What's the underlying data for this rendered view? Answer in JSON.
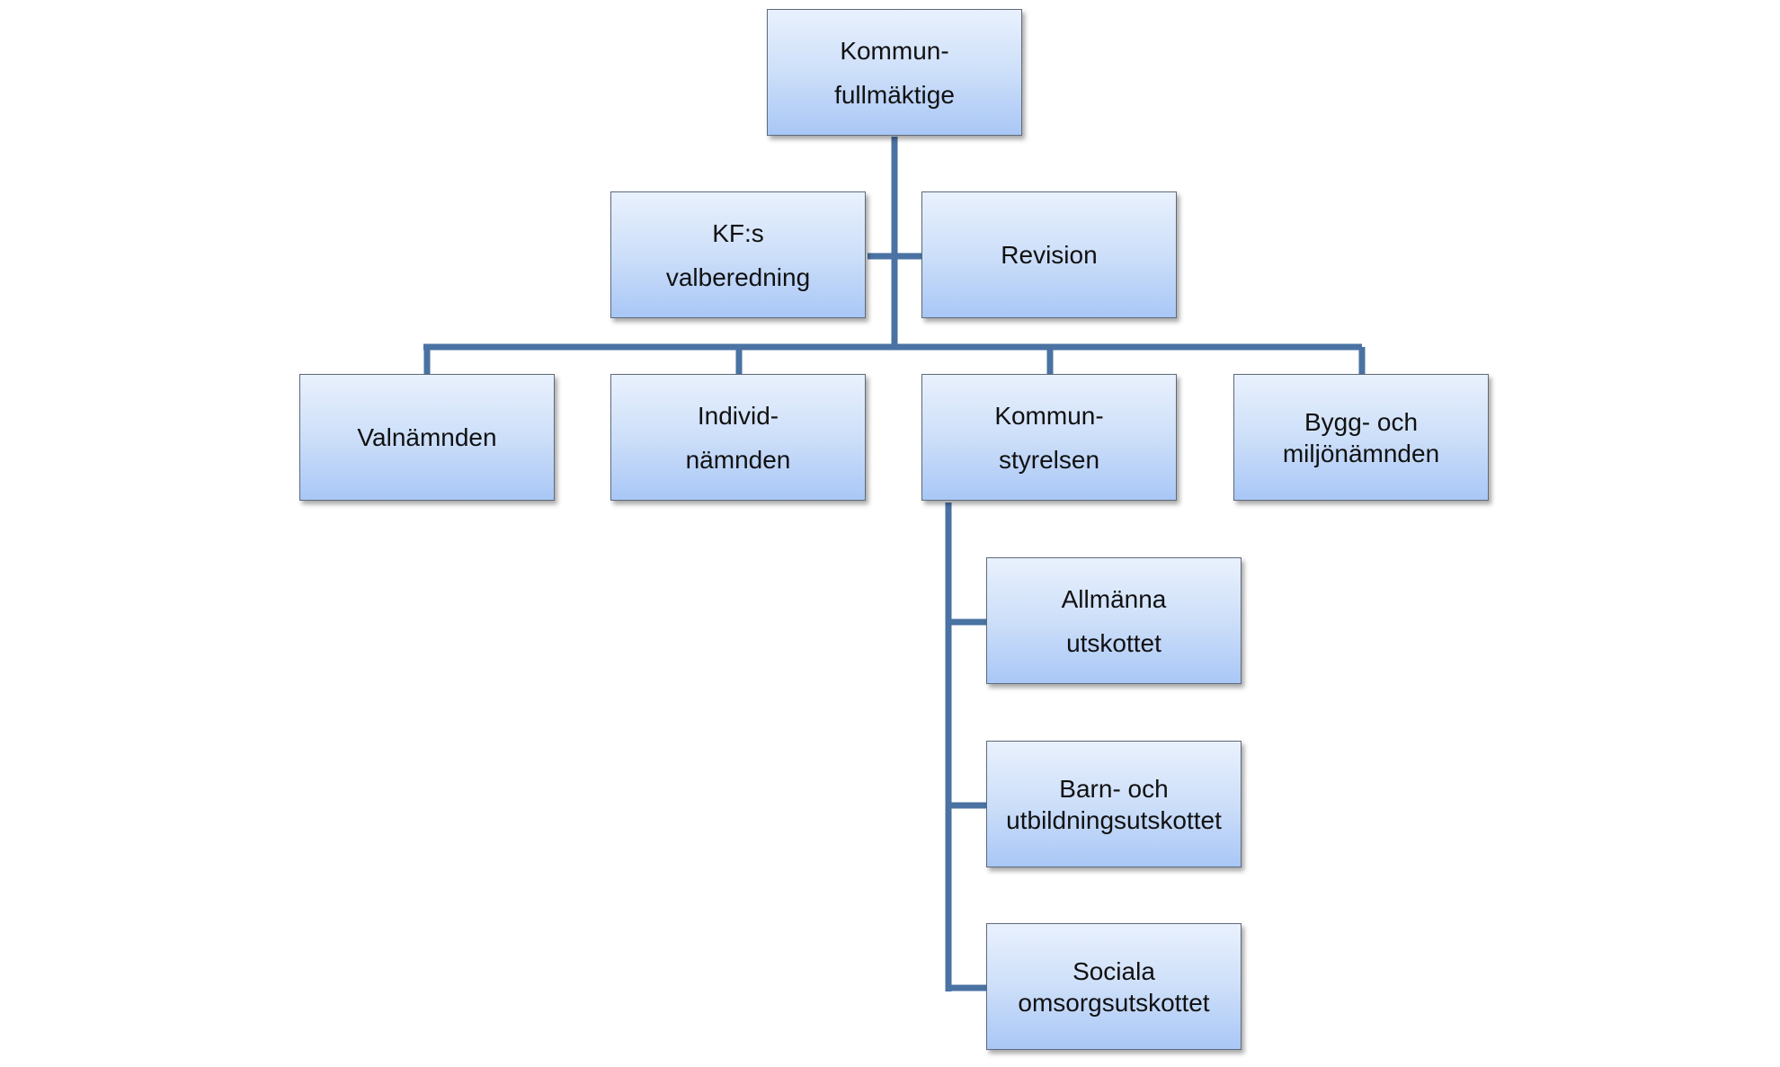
{
  "org_chart": {
    "top": {
      "kommunfullmaktige": [
        "Kommun-",
        "fullmäktige"
      ]
    },
    "staff": {
      "kfs_valberedning": [
        "KF:s",
        "valberedning"
      ],
      "revision": [
        "Revision"
      ]
    },
    "boards": {
      "valnamnden": [
        "Valnämnden"
      ],
      "individnamnden": [
        "Individ-",
        "nämnden"
      ],
      "kommunstyrelsen": [
        "Kommun-",
        "styrelsen"
      ],
      "bygg_och_miljonamnden": [
        "Bygg- och",
        "miljönämnden"
      ]
    },
    "committees": {
      "allmanna_utskottet": [
        "Allmänna",
        "utskottet"
      ],
      "barn_och_utbildningsutskottet": [
        "Barn- och",
        "utbildningsutskottet"
      ],
      "sociala_omsorgsutskottet": [
        "Sociala",
        "omsorgsutskottet"
      ]
    },
    "line_color": "#4a72a3",
    "box_gradient": [
      "#e9f1fd",
      "#a9c7f6"
    ],
    "box_border": "#5f6a78"
  }
}
